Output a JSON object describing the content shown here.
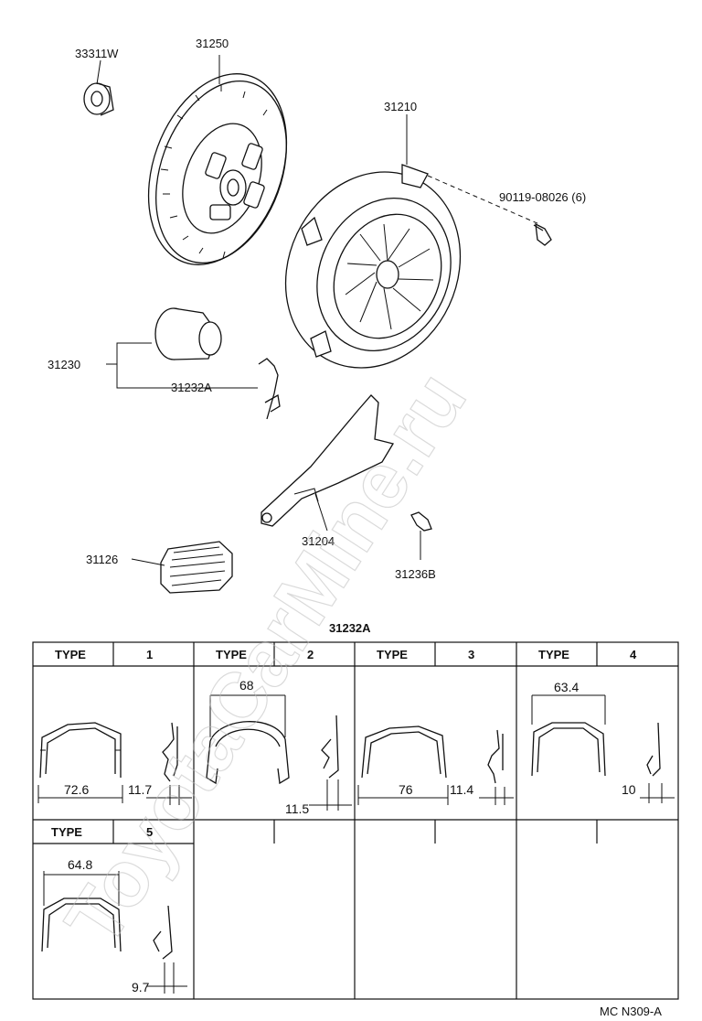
{
  "parts": {
    "p33311w": "33311W",
    "p31250": "31250",
    "p31210": "31210",
    "p90119": "90119-08026 (6)",
    "p31230": "31230",
    "p31232a": "31232A",
    "p31204": "31204",
    "p31126": "31126",
    "p31236b": "31236B"
  },
  "table": {
    "title": "31232A",
    "type_word": "TYPE",
    "types": [
      {
        "num": "1",
        "dim_width": "72.6",
        "dim_depth": "11.7"
      },
      {
        "num": "2",
        "dim_width": "68",
        "dim_depth": "11.5"
      },
      {
        "num": "3",
        "dim_width": "76",
        "dim_depth": "11.4"
      },
      {
        "num": "4",
        "dim_width": "63.4",
        "dim_depth": "10"
      },
      {
        "num": "5",
        "dim_width": "64.8",
        "dim_depth": "9.7"
      }
    ]
  },
  "watermark": "ToyotaCarMine.ru",
  "figure_code": "MC N309-A"
}
